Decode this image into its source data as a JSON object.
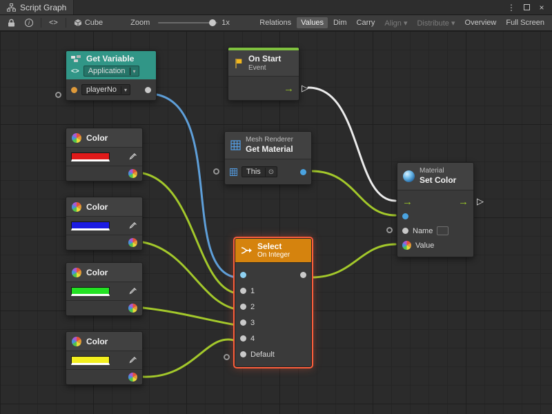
{
  "window": {
    "title": "Script Graph"
  },
  "icons": {
    "menu": "⋮",
    "close": "×",
    "info": "i",
    "code": "<>",
    "flow_arrow": "→",
    "flow_triangle": "▷",
    "target": "⊙",
    "caret": "▾"
  },
  "toolbar": {
    "target_label": "Cube",
    "zoom_label": "Zoom",
    "zoom_value": "1x",
    "buttons": [
      {
        "label": "Relations"
      },
      {
        "label": "Values"
      },
      {
        "label": "Dim"
      },
      {
        "label": "Carry"
      },
      {
        "label": "Align ▾"
      },
      {
        "label": "Distribute ▾"
      },
      {
        "label": "Overview"
      },
      {
        "label": "Full Screen"
      }
    ]
  },
  "nodes": {
    "get_variable": {
      "title": "Get Variable",
      "kind": "Application",
      "variable": "playerNo"
    },
    "on_start": {
      "title": "On Start",
      "subtitle": "Event"
    },
    "colors": [
      {
        "title": "Color",
        "value": "#e11a1a"
      },
      {
        "title": "Color",
        "value": "#1b1be2"
      },
      {
        "title": "Color",
        "value": "#23e223"
      },
      {
        "title": "Color",
        "value": "#f2ee1e"
      }
    ],
    "get_material": {
      "category": "Mesh Renderer",
      "title": "Get Material",
      "target": "This"
    },
    "select": {
      "title": "Select",
      "subtitle": "On Integer",
      "options": [
        "1",
        "2",
        "3",
        "4",
        "Default"
      ]
    },
    "set_color": {
      "category": "Material",
      "title": "Set Color",
      "name_label": "Name",
      "value_label": "Value"
    }
  },
  "wires": {
    "flow_color": "#ececec",
    "integer_color": "#5e9fd9",
    "value_color": "#a3c82b"
  },
  "accents": {
    "get_variable_header": "#319687",
    "select_header": "#d5830e",
    "selection_outline": "#ff5f3c",
    "event_strip": "#7fc13f",
    "active_button_bg": "#5a5a5a"
  }
}
